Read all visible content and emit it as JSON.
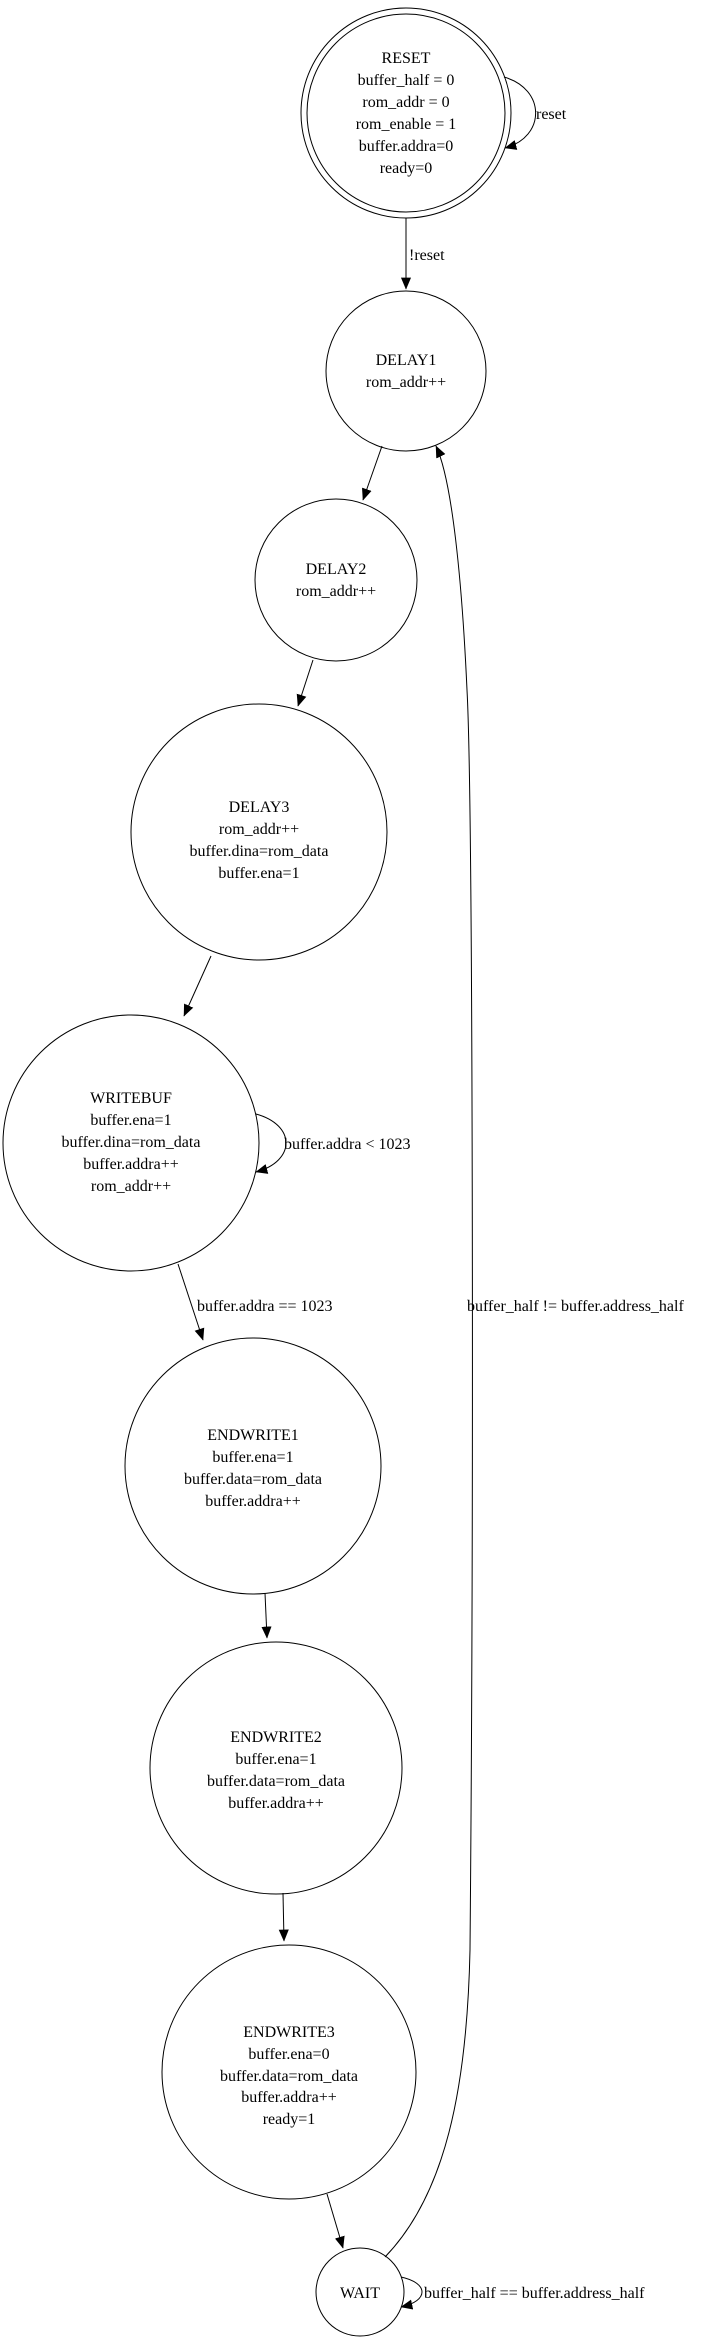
{
  "diagram": {
    "type": "state-machine",
    "colors": {
      "background": "#ffffff",
      "node_stroke": "#000000",
      "text": "#000000",
      "arrow": "#000000"
    },
    "states": {
      "reset": {
        "shape": "double-circle",
        "lines": [
          "RESET",
          "buffer_half = 0",
          "rom_addr = 0",
          "rom_enable = 1",
          "buffer.addra=0",
          "ready=0"
        ]
      },
      "delay1": {
        "shape": "circle",
        "lines": [
          "DELAY1",
          "rom_addr++"
        ]
      },
      "delay2": {
        "shape": "circle",
        "lines": [
          "DELAY2",
          "rom_addr++"
        ]
      },
      "delay3": {
        "shape": "circle",
        "lines": [
          "DELAY3",
          "rom_addr++",
          "buffer.dina=rom_data",
          "buffer.ena=1"
        ]
      },
      "writebuf": {
        "shape": "circle",
        "lines": [
          "WRITEBUF",
          "buffer.ena=1",
          "buffer.dina=rom_data",
          "buffer.addra++",
          "rom_addr++"
        ]
      },
      "endwrite1": {
        "shape": "circle",
        "lines": [
          "ENDWRITE1",
          "buffer.ena=1",
          "buffer.data=rom_data",
          "buffer.addra++"
        ]
      },
      "endwrite2": {
        "shape": "circle",
        "lines": [
          "ENDWRITE2",
          "buffer.ena=1",
          "buffer.data=rom_data",
          "buffer.addra++"
        ]
      },
      "endwrite3": {
        "shape": "circle",
        "lines": [
          "ENDWRITE3",
          "buffer.ena=0",
          "buffer.data=rom_data",
          "buffer.addra++",
          "ready=1"
        ]
      },
      "wait": {
        "shape": "circle",
        "lines": [
          "WAIT"
        ]
      }
    },
    "edges": {
      "reset_self": {
        "from": "RESET",
        "to": "RESET",
        "label": "reset"
      },
      "reset_delay1": {
        "from": "RESET",
        "to": "DELAY1",
        "label": "!reset"
      },
      "delay1_delay2": {
        "from": "DELAY1",
        "to": "DELAY2",
        "label": ""
      },
      "delay2_delay3": {
        "from": "DELAY2",
        "to": "DELAY3",
        "label": ""
      },
      "delay3_writebuf": {
        "from": "DELAY3",
        "to": "WRITEBUF",
        "label": ""
      },
      "writebuf_self": {
        "from": "WRITEBUF",
        "to": "WRITEBUF",
        "label": "buffer.addra < 1023"
      },
      "writebuf_endwrite1": {
        "from": "WRITEBUF",
        "to": "ENDWRITE1",
        "label": "buffer.addra == 1023"
      },
      "endwrite1_endwrite2": {
        "from": "ENDWRITE1",
        "to": "ENDWRITE2",
        "label": ""
      },
      "endwrite2_endwrite3": {
        "from": "ENDWRITE2",
        "to": "ENDWRITE3",
        "label": ""
      },
      "endwrite3_wait": {
        "from": "ENDWRITE3",
        "to": "WAIT",
        "label": ""
      },
      "wait_self": {
        "from": "WAIT",
        "to": "WAIT",
        "label": "buffer_half == buffer.address_half"
      },
      "wait_delay1": {
        "from": "WAIT",
        "to": "DELAY1",
        "label": "buffer_half != buffer.address_half"
      }
    }
  }
}
